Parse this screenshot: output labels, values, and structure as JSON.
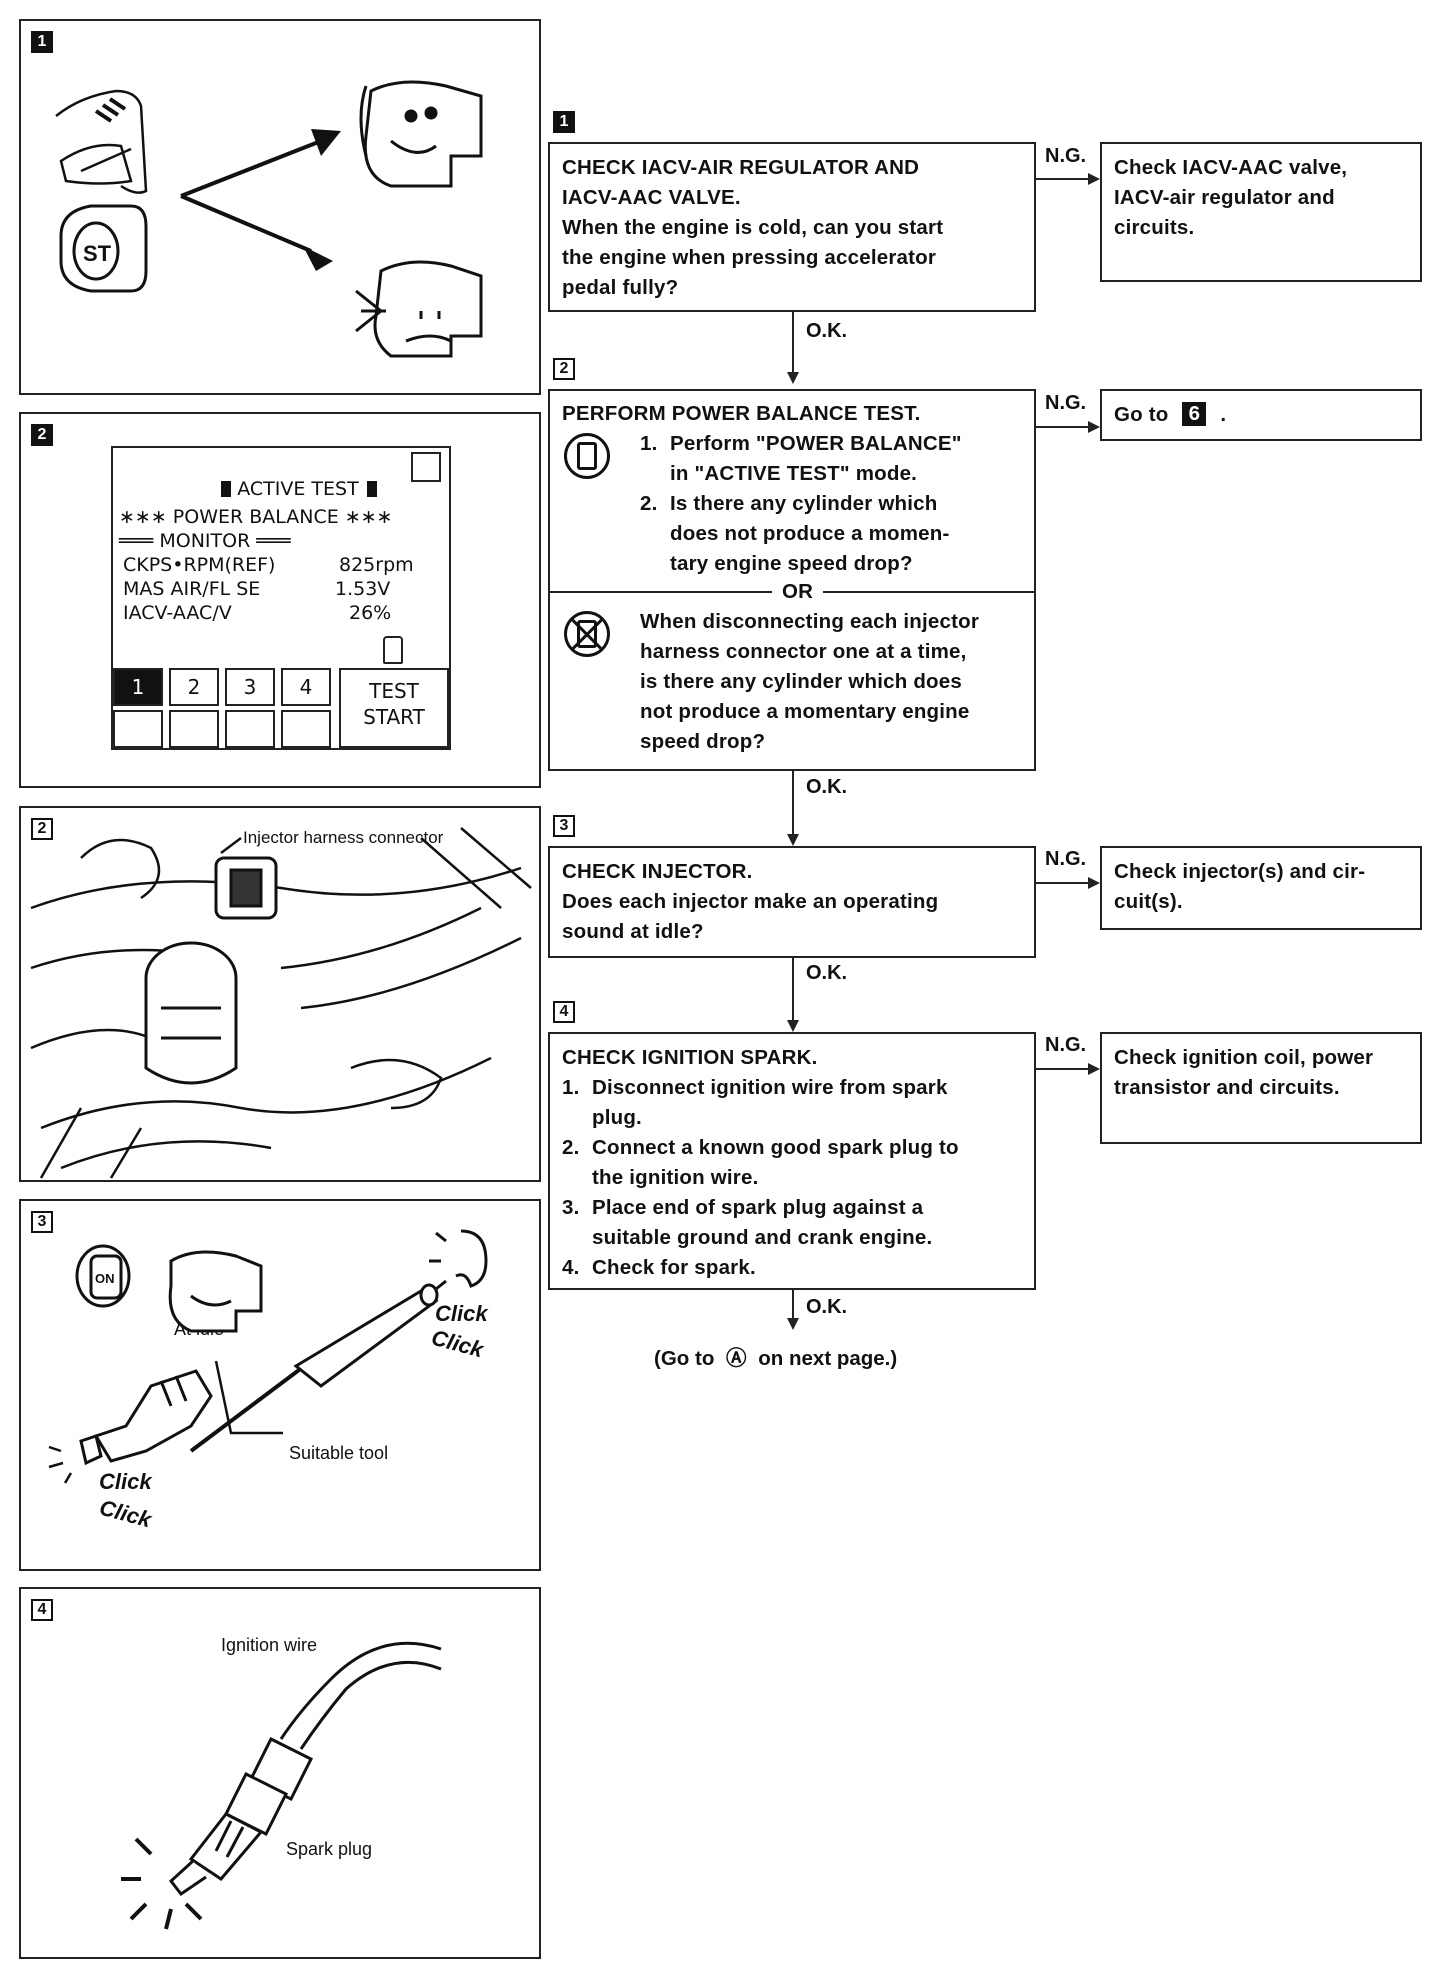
{
  "left_panels": [
    {
      "badge": "1"
    },
    {
      "badge": "2",
      "screen": {
        "header": "ACTIVE TEST",
        "title": "∗∗∗ POWER BALANCE ∗∗∗",
        "monitor": "═══ MONITOR ═══",
        "rows": [
          {
            "name": "CKPS•RPM(REF)",
            "value": "825rpm"
          },
          {
            "name": "MAS AIR/FL SE",
            "value": "1.53V"
          },
          {
            "name": "IACV-AAC/V",
            "value": "26%"
          }
        ],
        "keys": [
          "1",
          "2",
          "3",
          "4"
        ],
        "test_button_line1": "TEST",
        "test_button_line2": "START"
      }
    },
    {
      "badge": "2",
      "caption": "Injector harness connector"
    },
    {
      "badge": "3",
      "caption_idle": "At idle",
      "caption_tool": "Suitable tool",
      "click": "Click",
      "on_label": "ON"
    },
    {
      "badge": "4",
      "caption_wire": "Ignition wire",
      "caption_plug": "Spark plug"
    }
  ],
  "flow": {
    "ok_label": "O.K.",
    "ng_label": "N.G.",
    "or_label": "OR",
    "steps": [
      {
        "badge": "1",
        "title1": "CHECK IACV-AIR REGULATOR AND",
        "title2": "IACV-AAC VALVE.",
        "body": [
          "When the engine is cold, can you start",
          "the engine when pressing accelerator",
          "pedal fully?"
        ],
        "ng_result": [
          "Check IACV-AAC valve,",
          "IACV-air regulator and",
          "circuits."
        ]
      },
      {
        "badge": "2",
        "title1": "PERFORM POWER BALANCE TEST.",
        "items": [
          {
            "n": "1.",
            "lines": [
              "Perform \"POWER BALANCE\"",
              "in \"ACTIVE TEST\" mode."
            ]
          },
          {
            "n": "2.",
            "lines": [
              "Is there any cylinder which",
              "does not produce a momen-",
              "tary engine speed drop?"
            ]
          }
        ],
        "alt": [
          "When disconnecting each injector",
          "harness connector one at a time,",
          "is there any cylinder which does",
          "not produce a momentary engine",
          "speed drop?"
        ],
        "ng_prefix": "Go to",
        "ng_badge": "6",
        "ng_suffix": "."
      },
      {
        "badge": "3",
        "title1": "CHECK INJECTOR.",
        "body": [
          "Does each injector make an operating",
          "sound at idle?"
        ],
        "ng_result": [
          "Check injector(s) and cir-",
          "cuit(s)."
        ]
      },
      {
        "badge": "4",
        "title1": "CHECK IGNITION SPARK.",
        "items": [
          {
            "n": "1.",
            "lines": [
              "Disconnect ignition wire from spark",
              "plug."
            ]
          },
          {
            "n": "2.",
            "lines": [
              "Connect a known good spark plug to",
              "the ignition wire."
            ]
          },
          {
            "n": "3.",
            "lines": [
              "Place end of spark plug against a",
              "suitable ground and crank engine."
            ]
          },
          {
            "n": "4.",
            "lines": [
              "Check for spark."
            ]
          }
        ],
        "ng_result": [
          "Check ignition coil, power",
          "transistor and circuits."
        ]
      }
    ],
    "footer_prefix": "(Go to",
    "footer_symbol": "Ⓐ",
    "footer_suffix": "on next page.)"
  }
}
